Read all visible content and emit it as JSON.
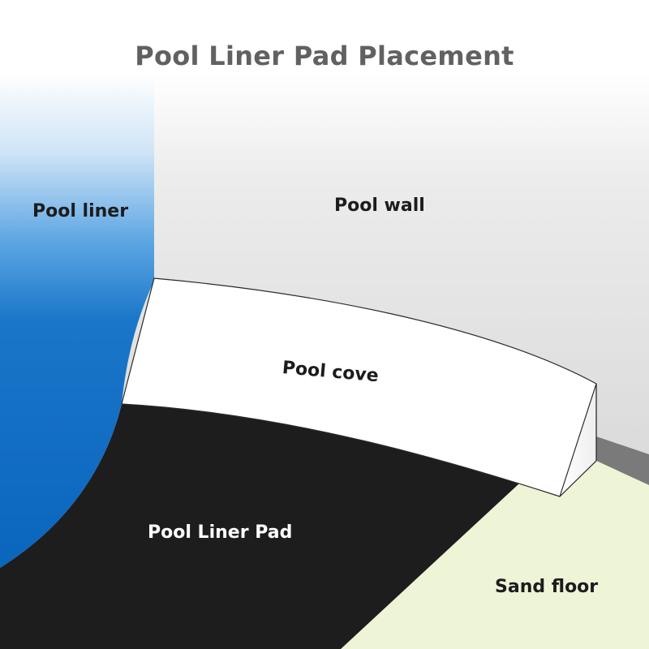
{
  "title": "Pool Liner Pad Placement",
  "labels": {
    "pool_liner": "Pool liner",
    "pool_wall": "Pool wall",
    "pool_cove": "Pool cove",
    "pool_liner_pad": "Pool Liner Pad",
    "sand_floor": "Sand floor"
  },
  "colors": {
    "title": "#616161",
    "pool_liner": "#0f6ec4",
    "pool_wall": "#d4d4d4",
    "pool_cove": "#ffffff",
    "pool_liner_pad": "#1d1d1d",
    "sand_floor": "#eef4d6",
    "wall_base_strip": "#7a7a7a"
  }
}
